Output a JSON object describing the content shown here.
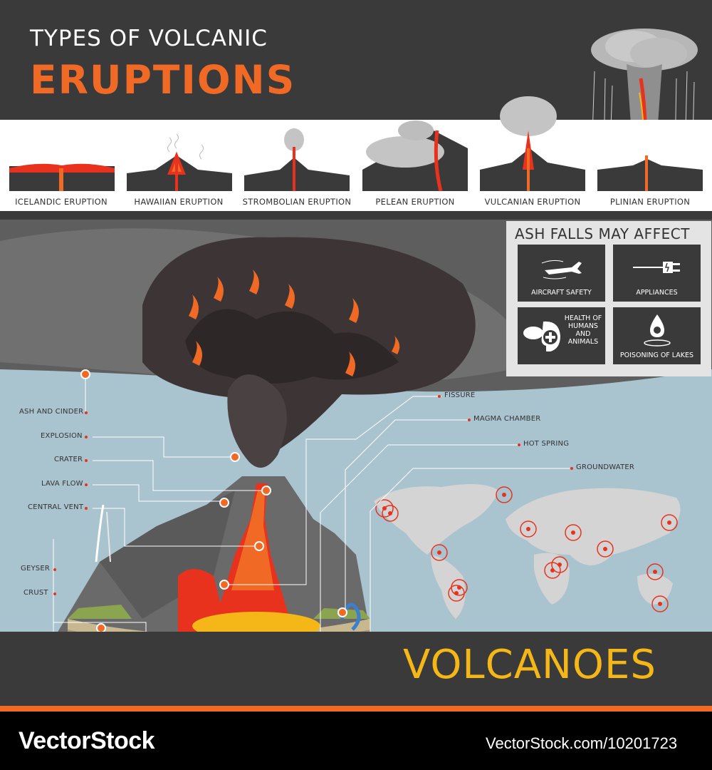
{
  "title": {
    "line1": "TYPES OF VOLCANIC",
    "line2": "ERUPTIONS"
  },
  "eruption_types": [
    "ICELANDIC ERUPTION",
    "HAWAIIAN ERUPTION",
    "STROMBOLIAN ERUPTION",
    "PELEAN ERUPTION",
    "VULCANIAN ERUPTION",
    "PLINIAN ERUPTION"
  ],
  "ash_panel": {
    "title": "ASH FALLS MAY AFFECT",
    "items": [
      {
        "label": "AIRCRAFT SAFETY",
        "icon": "airplane-icon"
      },
      {
        "label": "APPLIANCES",
        "icon": "plug-icon"
      },
      {
        "label": "HEALTH OF\nHUMANS\nAND\nANIMALS",
        "icon": "health-icon"
      },
      {
        "label": "POISONING OF LAKES",
        "icon": "poison-drop-icon"
      }
    ]
  },
  "callouts_left": {
    "ash_and_cinder": "ASH AND CINDER",
    "explosion": "EXPLOSION",
    "crater": "CRATER",
    "lava_flow": "LAVA FLOW",
    "central_vent": "CENTRAL VENT",
    "geyser": "GEYSER",
    "crust": "CRUST"
  },
  "callouts_right": {
    "fissure": "FISSURE",
    "magma_chamber": "MAGMA CHAMBER",
    "hot_spring": "HOT SPRING",
    "groundwater": "GROUNDWATER"
  },
  "footer": {
    "title": "VOLCANOES"
  },
  "watermark": {
    "left": "VectorStock",
    "right": "VectorStock.com/10201723"
  },
  "colors": {
    "dark": "#3a3a3a",
    "orange": "#f16a25",
    "yellow": "#f5b617",
    "sky": "#a9c3cf",
    "lava": "#e8321e"
  }
}
